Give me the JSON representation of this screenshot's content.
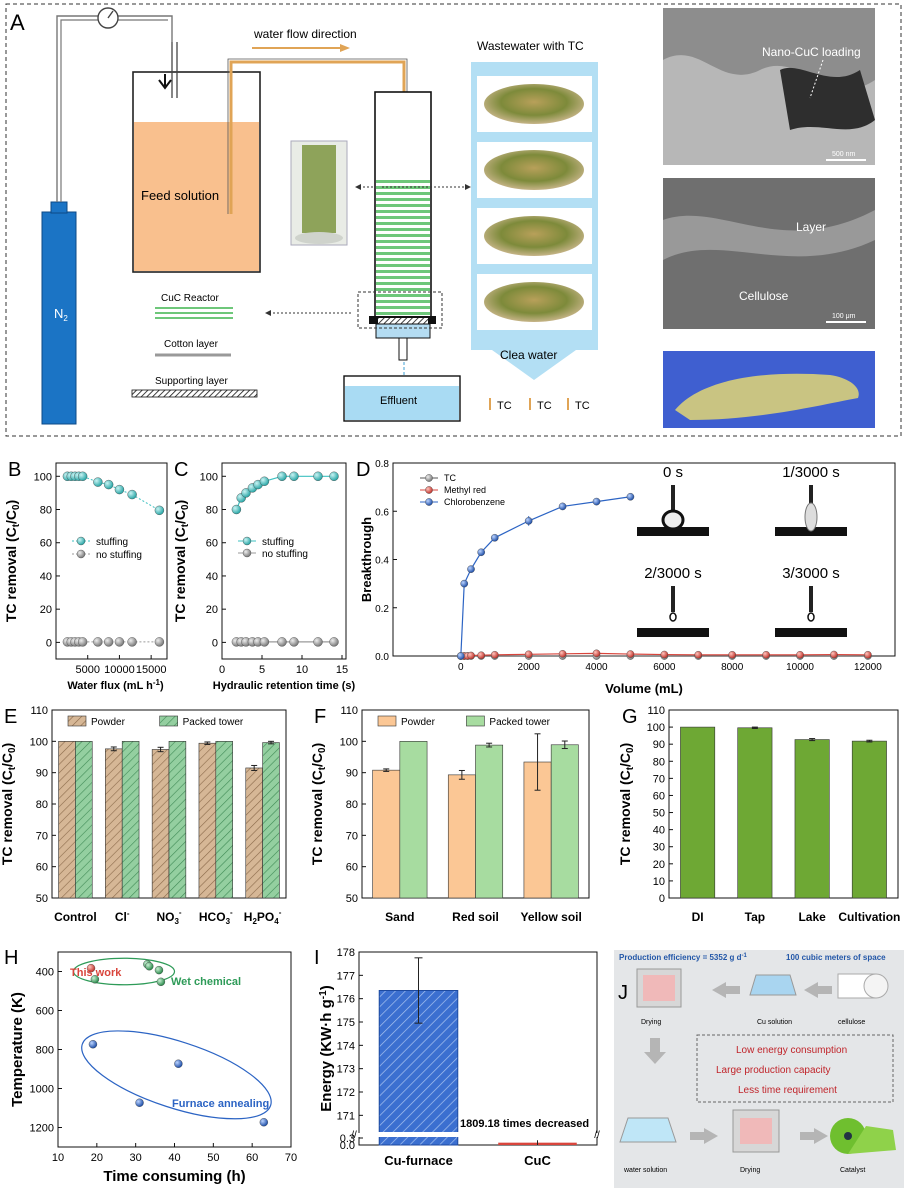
{
  "panel_letters": [
    "A",
    "B",
    "C",
    "D",
    "E",
    "F",
    "G",
    "H",
    "I",
    "J"
  ],
  "panel_a": {
    "water_flow_direction": "water flow direction",
    "feed_solution": "Feed solution",
    "n2": "N",
    "n2_sub": "2",
    "wastewater_with_tc": "Wastewater with TC",
    "clean_water": "Clea water",
    "effluent": "Effluent",
    "tc_labels": [
      "TC",
      "TC",
      "TC"
    ],
    "legend": [
      "CuC Reactor",
      "Cotton layer",
      "Supporting layer"
    ],
    "sem_labels": {
      "nano": "Nano-CuC loading",
      "layer": "Layer",
      "cellulose": "Cellulose",
      "scale1": "500 nm",
      "scale2": "100 μm"
    }
  },
  "chart_data": [
    {
      "panel": "B",
      "type": "scatter",
      "xlabel": "Water flux (mL h",
      "xlabel_sup": "-1",
      "xlabel_end": ")",
      "ylabel": "TC removal (C",
      "ylabel_sub1": "t",
      "ylabel_mid": "/C",
      "ylabel_sub2": "0",
      "ylabel_end": ")",
      "xlim": [
        0,
        17500
      ],
      "ylim": [
        -10,
        108
      ],
      "xticks": [
        5000,
        10000,
        15000
      ],
      "yticks": [
        0,
        20,
        40,
        60,
        80,
        100
      ],
      "legend": [
        "stuffing",
        "no stuffing"
      ],
      "series": [
        {
          "name": "stuffing",
          "color": "#3ec1c1",
          "x": [
            1800,
            2400,
            3000,
            3600,
            4200,
            6600,
            8300,
            10000,
            12000,
            16300
          ],
          "y": [
            100,
            100,
            100,
            100,
            100,
            96.5,
            95,
            92,
            89,
            79.5
          ]
        },
        {
          "name": "no stuffing",
          "color": "#9a9a9a",
          "x": [
            1800,
            2400,
            3000,
            3600,
            4200,
            6600,
            8300,
            10000,
            12000,
            16300
          ],
          "y": [
            0.3,
            0.3,
            0.3,
            0.3,
            0.3,
            0.3,
            0.3,
            0.3,
            0.3,
            0.3
          ]
        }
      ]
    },
    {
      "panel": "C",
      "type": "line",
      "xlabel": "Hydraulic retention time (s)",
      "ylabel": "TC removal (C",
      "ylabel_sub1": "t",
      "ylabel_mid": "/C",
      "ylabel_sub2": "0",
      "ylabel_end": ")",
      "xlim": [
        0,
        15.5
      ],
      "ylim": [
        -10,
        108
      ],
      "xticks": [
        0,
        5,
        10,
        15
      ],
      "yticks": [
        0,
        20,
        40,
        60,
        80,
        100
      ],
      "legend": [
        "stuffing",
        "no stuffing"
      ],
      "series": [
        {
          "name": "stuffing",
          "color": "#3ec1c1",
          "x": [
            1.8,
            2.4,
            3.0,
            3.8,
            4.5,
            5.3,
            7.5,
            9.0,
            12.0,
            14.0
          ],
          "y": [
            80,
            87,
            90,
            93,
            95,
            97,
            100,
            100,
            100,
            100
          ]
        },
        {
          "name": "no stuffing",
          "color": "#9a9a9a",
          "x": [
            1.8,
            2.4,
            3.0,
            3.8,
            4.5,
            5.3,
            7.5,
            9.0,
            12.0,
            14.0
          ],
          "y": [
            0.3,
            0.3,
            0.3,
            0.3,
            0.3,
            0.3,
            0.3,
            0.3,
            0.3,
            0.3
          ]
        }
      ]
    },
    {
      "panel": "D",
      "type": "line",
      "xlabel": "Volume (mL)",
      "ylabel": "Breakthrough",
      "xlim": [
        -2000,
        12800
      ],
      "ylim": [
        0,
        0.8
      ],
      "xticks": [
        0,
        2000,
        4000,
        6000,
        8000,
        10000,
        12000
      ],
      "yticks": [
        0.0,
        0.2,
        0.4,
        0.6,
        0.8
      ],
      "legend": [
        "TC",
        "Methyl red",
        "Chlorobenzene"
      ],
      "series": [
        {
          "name": "TC",
          "color": "#555555",
          "x": [
            0,
            100,
            200,
            300,
            600,
            1000,
            2000,
            3000,
            4000,
            5000,
            6000,
            7000,
            8000,
            9000,
            10000,
            11000,
            12000
          ],
          "y": [
            0,
            0,
            0,
            0,
            0,
            0,
            0,
            0,
            0,
            0,
            0,
            0,
            0,
            0,
            0,
            0,
            0
          ]
        },
        {
          "name": "Methyl red",
          "color": "#d9453c",
          "x": [
            0,
            100,
            200,
            300,
            600,
            1000,
            2000,
            3000,
            4000,
            5000,
            6000,
            7000,
            8000,
            9000,
            10000,
            11000,
            12000
          ],
          "y": [
            0,
            0,
            0,
            0.002,
            0.003,
            0.005,
            0.007,
            0.009,
            0.011,
            0.008,
            0.006,
            0.005,
            0.005,
            0.005,
            0.005,
            0.006,
            0.005
          ]
        },
        {
          "name": "Chlorobenzene",
          "color": "#2c64c4",
          "x": [
            0,
            100,
            300,
            600,
            1000,
            2000,
            3000,
            4000,
            5000
          ],
          "y": [
            0,
            0.3,
            0.36,
            0.43,
            0.49,
            0.56,
            0.62,
            0.64,
            0.66
          ],
          "err": [
            0,
            0.01,
            0.01,
            0.01,
            0.01,
            0.02,
            0.015,
            0.01,
            0.008
          ]
        }
      ],
      "insets": [
        "0 s",
        "1/3000 s",
        "2/3000 s",
        "3/3000 s"
      ]
    },
    {
      "panel": "E",
      "type": "bar",
      "ylabel": "TC removal (C",
      "ylabel_sub1": "t",
      "ylabel_mid": "/C",
      "ylabel_sub2": "0",
      "ylabel_end": ")",
      "categories": [
        "Control",
        "Cl",
        "NO",
        "HCO",
        "H"
      ],
      "category_marks": [
        "",
        "-",
        "3-",
        "3-",
        "2PO4-"
      ],
      "ylim": [
        50,
        110
      ],
      "yticks": [
        50,
        60,
        70,
        80,
        90,
        100,
        110
      ],
      "legend": [
        "Powder",
        "Packed tower"
      ],
      "series": [
        {
          "name": "Powder",
          "color": "#d8b08a",
          "values": [
            100,
            97.6,
            97.4,
            99.4,
            91.5
          ],
          "err": [
            0,
            0.6,
            0.7,
            0.4,
            0.8
          ]
        },
        {
          "name": "Packed tower",
          "color": "#7fc68f",
          "values": [
            100,
            100,
            100,
            100,
            99.6
          ],
          "err": [
            0,
            0,
            0,
            0,
            0.4
          ]
        }
      ]
    },
    {
      "panel": "F",
      "type": "bar",
      "ylabel": "TC removal (C",
      "ylabel_sub1": "t",
      "ylabel_mid": "/C",
      "ylabel_sub2": "0",
      "ylabel_end": ")",
      "categories": [
        "Sand",
        "Red soil",
        "Yellow soil"
      ],
      "ylim": [
        50,
        110
      ],
      "yticks": [
        50,
        60,
        70,
        80,
        90,
        100,
        110
      ],
      "legend": [
        "Powder",
        "Packed tower"
      ],
      "series": [
        {
          "name": "Powder",
          "color": "#fbc795",
          "values": [
            90.8,
            89.3,
            93.4
          ],
          "err": [
            0.4,
            1.4,
            9
          ]
        },
        {
          "name": "Packed tower",
          "color": "#a7dca0",
          "values": [
            100,
            98.8,
            98.9
          ],
          "err": [
            0,
            0.6,
            1.2
          ]
        }
      ]
    },
    {
      "panel": "G",
      "type": "bar",
      "ylabel": "TC removal (C",
      "ylabel_sub1": "t",
      "ylabel_mid": "/C",
      "ylabel_sub2": "0",
      "ylabel_end": ")",
      "categories": [
        "DI",
        "Tap",
        "Lake",
        "Cultivation"
      ],
      "ylim": [
        0,
        110
      ],
      "yticks": [
        0,
        10,
        20,
        30,
        40,
        50,
        60,
        70,
        80,
        90,
        100,
        110
      ],
      "series": [
        {
          "name": "",
          "color": "#6ea834",
          "values": [
            100,
            99.6,
            92.7,
            91.8
          ],
          "err": [
            0,
            0.4,
            0.6,
            0.5
          ]
        }
      ]
    },
    {
      "panel": "H",
      "type": "scatter",
      "xlabel": "Time consuming (h)",
      "ylabel": "Temperature (K)",
      "xlim": [
        10,
        70
      ],
      "ylim": [
        1300,
        300
      ],
      "xticks": [
        10,
        20,
        30,
        40,
        50,
        60,
        70
      ],
      "yticks": [
        400,
        600,
        800,
        1000,
        1200
      ],
      "annotations": [
        "This work",
        "Wet chemical",
        "Furnace annealing"
      ],
      "series": [
        {
          "name": "This work",
          "color": "#d9453c",
          "x": [
            18.5
          ],
          "y": [
            383
          ]
        },
        {
          "name": "Wet chemical",
          "color": "#2e9b58",
          "x": [
            19.5,
            33,
            36,
            33.5,
            36.5
          ],
          "y": [
            440,
            363,
            393,
            373,
            453
          ]
        },
        {
          "name": "Furnace annealing",
          "color": "#2c64c4",
          "x": [
            19,
            31,
            41,
            63
          ],
          "y": [
            773,
            1073,
            873,
            1173
          ]
        }
      ]
    },
    {
      "panel": "I",
      "type": "bar",
      "ylabel": "Energy (KW·h g",
      "ylabel_sup": "-1",
      "ylabel_end": ")",
      "categories": [
        "Cu-furnace",
        "CuC"
      ],
      "values": [
        176.35,
        0.1
      ],
      "err": [
        1.4,
        0.02
      ],
      "ylim_upper": [
        170.2,
        178
      ],
      "ylim_lower": [
        0,
        0.3
      ],
      "yticks": [
        "0.0",
        "0.3",
        "171",
        "172",
        "173",
        "174",
        "175",
        "176",
        "177",
        "178"
      ],
      "annotation": "1809.18 times decreased"
    }
  ],
  "panel_j": {
    "production_efficiency": "Production efficiency = 5352 g d",
    "production_sup": "-1",
    "space": "100 cubic meters of space",
    "labels": [
      "Drying",
      "Cu solution",
      "cellulose",
      "water solution",
      "Drying",
      "Catalyst"
    ],
    "advantages": [
      "Low energy consumption",
      "Large production capacity",
      "Less time requirement"
    ]
  }
}
